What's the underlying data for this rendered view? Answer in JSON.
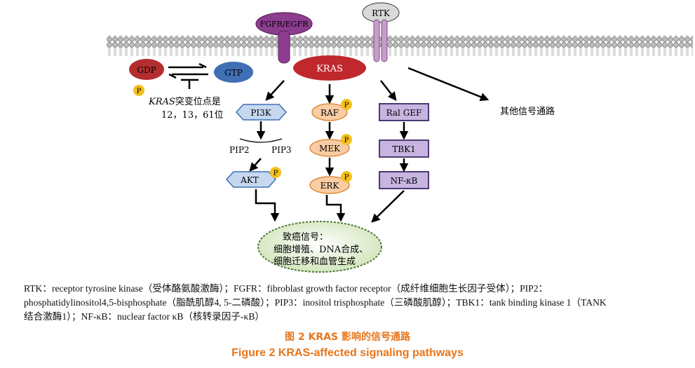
{
  "diagram": {
    "receptors": {
      "fgfr_egfr": "FGFR/EGFR",
      "rtk": "RTK"
    },
    "nodes": {
      "kras": "KRAS",
      "gdp": "GDP",
      "gtp": "GTP",
      "p": "P",
      "pi3k": "PI3K",
      "pip2": "PIP2",
      "pip3": "PIP3",
      "akt": "AKT",
      "raf": "RAF",
      "mek": "MEK",
      "erk": "ERK",
      "ral_gef": "Ral GEF",
      "tbk1": "TBK1",
      "nfkb": "NF-κB",
      "other": "其他信号通路"
    },
    "mutation_note": {
      "gene": "KRAS",
      "suffix": "突变位点是",
      "sites": "12，13，61位"
    },
    "outcome": {
      "line1": "致癌信号：",
      "line2": "细胞增殖、DNA合成、",
      "line3": "细胞迁移和血管生成"
    }
  },
  "legend": {
    "line1": "RTK：receptor tyrosine kinase（受体酪氨酸激酶）；FGFR：fibroblast growth factor receptor（成纤维细胞生长因子受体）；PIP2：",
    "line2": "phosphatidylinositol4,5-bisphosphate（脂酰肌醇4, 5-二磷酸）；PIP3：inositol trisphosphate（三磷酸肌醇）；TBK1：tank binding kinase 1（TANK",
    "line3": "结合激酶1）；NF-κB：nuclear factor κB（核转录因子-κB）"
  },
  "figure_title": {
    "cn": "图 2   KRAS 影响的信号通路",
    "en": "Figure 2   KRAS-affected signaling pathways"
  },
  "colors": {
    "kras": "#c0282e",
    "gdp": "#b42e2f",
    "gtp": "#3f6fb5",
    "phospho": "#f5c01a",
    "blue_hex": "#c6d8ef",
    "orange_oval": "#f9cda4",
    "purple_box": "#c7b4e0",
    "oval_green": "#ddecc9",
    "caption": "#e8751a"
  }
}
